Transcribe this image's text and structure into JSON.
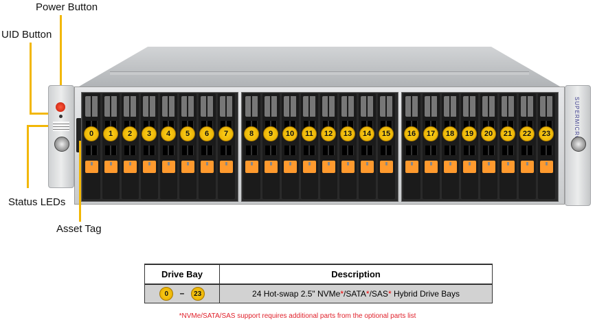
{
  "callouts": {
    "power_button": "Power Button",
    "uid_button": "UID Button",
    "status_leds": "Status LEDs",
    "asset_tag": "Asset Tag"
  },
  "brand_logo": "SUPERMICRO",
  "bays": [
    "0",
    "1",
    "2",
    "3",
    "4",
    "5",
    "6",
    "7",
    "8",
    "9",
    "10",
    "11",
    "12",
    "13",
    "14",
    "15",
    "16",
    "17",
    "18",
    "19",
    "20",
    "21",
    "22",
    "23"
  ],
  "table": {
    "headers": [
      "Drive Bay",
      "Description"
    ],
    "row": {
      "bay_from": "0",
      "dash": "–",
      "bay_to": "23",
      "desc_parts": [
        "24 Hot-swap 2.5\" NVMe",
        "*",
        "/SATA",
        "*",
        "/SAS",
        "*",
        " Hybrid Drive Bays"
      ]
    }
  },
  "footnote": "*NVMe/SATA/SAS support requires additional parts from the optional parts list",
  "colors": {
    "badge": "#f2c200",
    "callout_line": "#f2b705",
    "tab": "#ff9a2e",
    "asterisk": "#e00000"
  }
}
